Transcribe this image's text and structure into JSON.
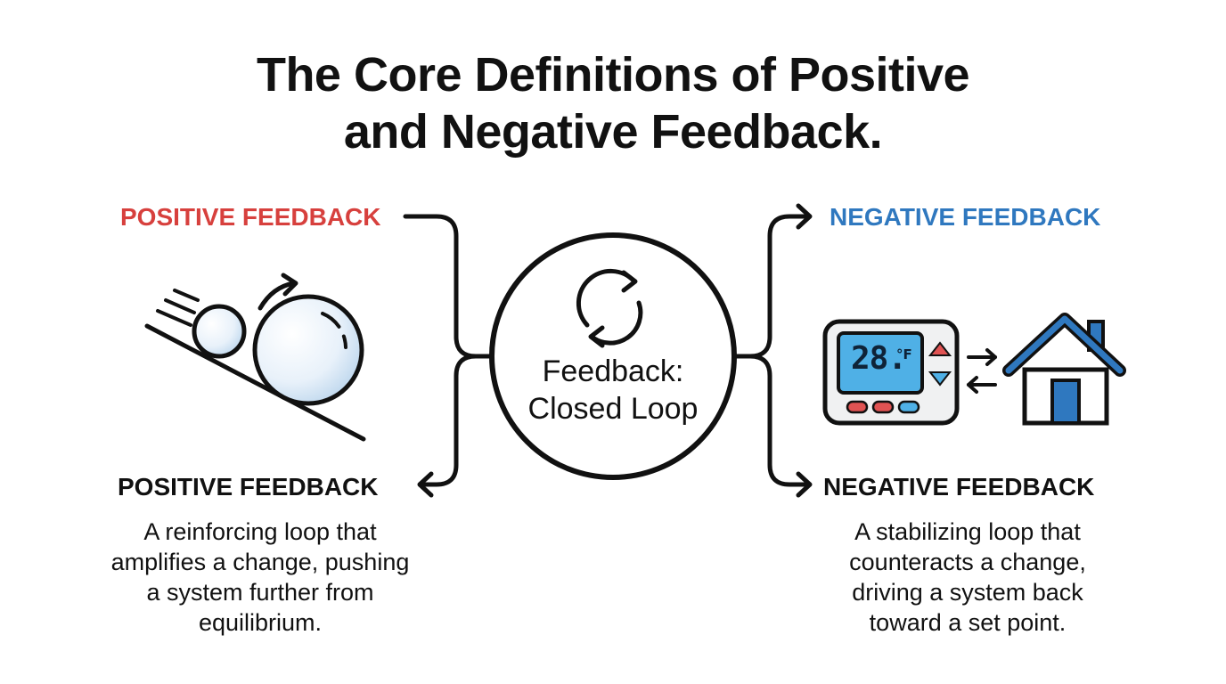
{
  "title": {
    "line1": "The Core Definitions of Positive",
    "line2": "and Negative Feedback."
  },
  "center": {
    "line1": "Feedback:",
    "line2": "Closed Loop",
    "icon": "cycle-arrows-icon"
  },
  "positive": {
    "top_label": "POSITIVE FEEDBACK",
    "bottom_label": "POSITIVE FEEDBACK",
    "description": [
      "A reinforcing loop that",
      "amplifies a change, pushing",
      "a system further from",
      "equilibrium."
    ],
    "icon": "rolling-snowball-icon",
    "color": "#d7403d"
  },
  "negative": {
    "top_label": "NEGATIVE FEEDBACK",
    "bottom_label": "NEGATIVE FEEDBACK",
    "description": [
      "A stabilizing loop that",
      "counteracts a change,",
      "driving a system back",
      "toward a set point."
    ],
    "icon": "thermostat-house-icon",
    "color": "#2f78bf",
    "thermostat_reading": "28.",
    "thermostat_unit": "°F"
  }
}
